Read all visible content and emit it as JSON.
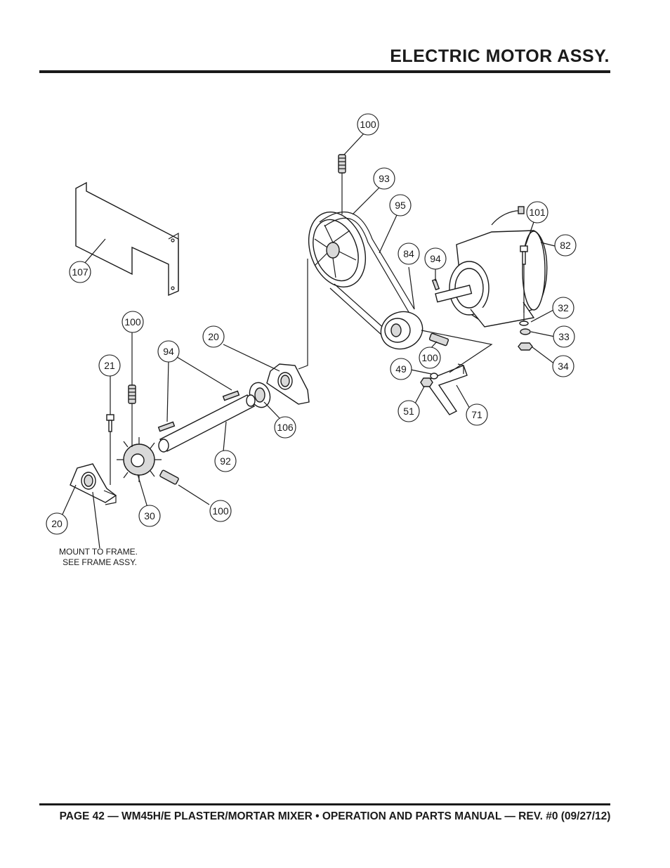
{
  "header": {
    "title": "ELECTRIC MOTOR ASSY."
  },
  "footer": {
    "text": "PAGE 42 — WM45H/E PLASTER/MORTAR MIXER • OPERATION AND PARTS MANUAL — REV. #0 (09/27/12)"
  },
  "note": {
    "line1": "MOUNT TO FRAME.",
    "line2": "SEE FRAME ASSY."
  },
  "callouts": [
    {
      "id": "c100a",
      "label": "100"
    },
    {
      "id": "c93",
      "label": "93"
    },
    {
      "id": "c95",
      "label": "95"
    },
    {
      "id": "c101",
      "label": "101"
    },
    {
      "id": "c82",
      "label": "82"
    },
    {
      "id": "c84",
      "label": "84"
    },
    {
      "id": "c94a",
      "label": "94"
    },
    {
      "id": "c107",
      "label": "107"
    },
    {
      "id": "c32",
      "label": "32"
    },
    {
      "id": "c33",
      "label": "33"
    },
    {
      "id": "c34",
      "label": "34"
    },
    {
      "id": "c100b",
      "label": "100"
    },
    {
      "id": "c20a",
      "label": "20"
    },
    {
      "id": "c94b",
      "label": "94"
    },
    {
      "id": "c21",
      "label": "21"
    },
    {
      "id": "c49",
      "label": "49"
    },
    {
      "id": "c100c",
      "label": "100"
    },
    {
      "id": "c51",
      "label": "51"
    },
    {
      "id": "c71",
      "label": "71"
    },
    {
      "id": "c106",
      "label": "106"
    },
    {
      "id": "c92",
      "label": "92"
    },
    {
      "id": "c100d",
      "label": "100"
    },
    {
      "id": "c20b",
      "label": "20"
    },
    {
      "id": "c30",
      "label": "30"
    }
  ]
}
